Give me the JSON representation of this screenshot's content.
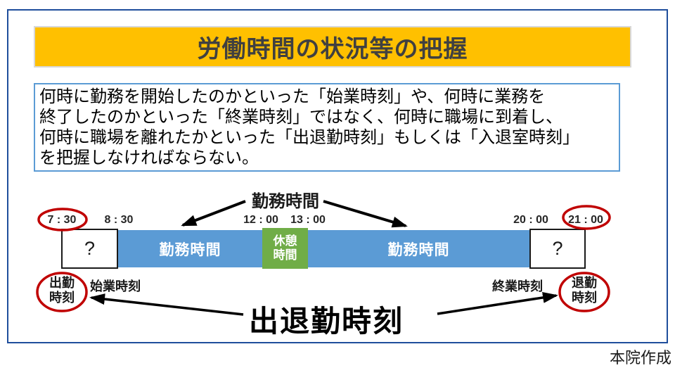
{
  "page": {
    "title": "労働時間の状況等の把握",
    "credit": "本院作成"
  },
  "description": {
    "lines": [
      "何時に勤務を開始したのかといった「始業時刻」や、何時に業務を",
      "終了したのかといった「終業時刻」ではなく、何時に職場に到着し、",
      "何時に職場を離れたかといった「出退勤時刻」もしくは「入退室時刻」",
      "を把握しなければならない。"
    ]
  },
  "timeline": {
    "top_label": "勤務時間",
    "times": [
      {
        "label": "7 : 30",
        "circled": true
      },
      {
        "label": "8 : 30",
        "circled": false
      },
      {
        "label": "12 : 00",
        "circled": false
      },
      {
        "label": "13 : 00",
        "circled": false
      },
      {
        "label": "20 : 00",
        "circled": false
      },
      {
        "label": "21 : 00",
        "circled": true
      }
    ],
    "segments": [
      {
        "kind": "unknown",
        "label": "?",
        "from": "7:30",
        "to": "8:30"
      },
      {
        "kind": "work",
        "label": "勤務時間",
        "from": "8:30",
        "to": "12:00"
      },
      {
        "kind": "break",
        "line1": "休憩",
        "line2": "時間",
        "from": "12:00",
        "to": "13:00"
      },
      {
        "kind": "work",
        "label": "勤務時間",
        "from": "13:00",
        "to": "20:00"
      },
      {
        "kind": "unknown",
        "label": "?",
        "from": "20:00",
        "to": "21:00"
      }
    ],
    "bottom": {
      "arrival_line1": "出勤",
      "arrival_line2": "時刻",
      "start_label": "始業時刻",
      "end_label": "終業時刻",
      "departure_line1": "退勤",
      "departure_line2": "時刻",
      "big_label": "出退勤時刻"
    }
  },
  "colors": {
    "banner_bg": "#FFC000",
    "banner_title": "#404040",
    "work_bar": "#5B9BD5",
    "break_bar": "#70AD47",
    "highlight_red": "#C00000",
    "outer_border": "#1F4E9C",
    "desc_border": "#5B9BD5"
  }
}
